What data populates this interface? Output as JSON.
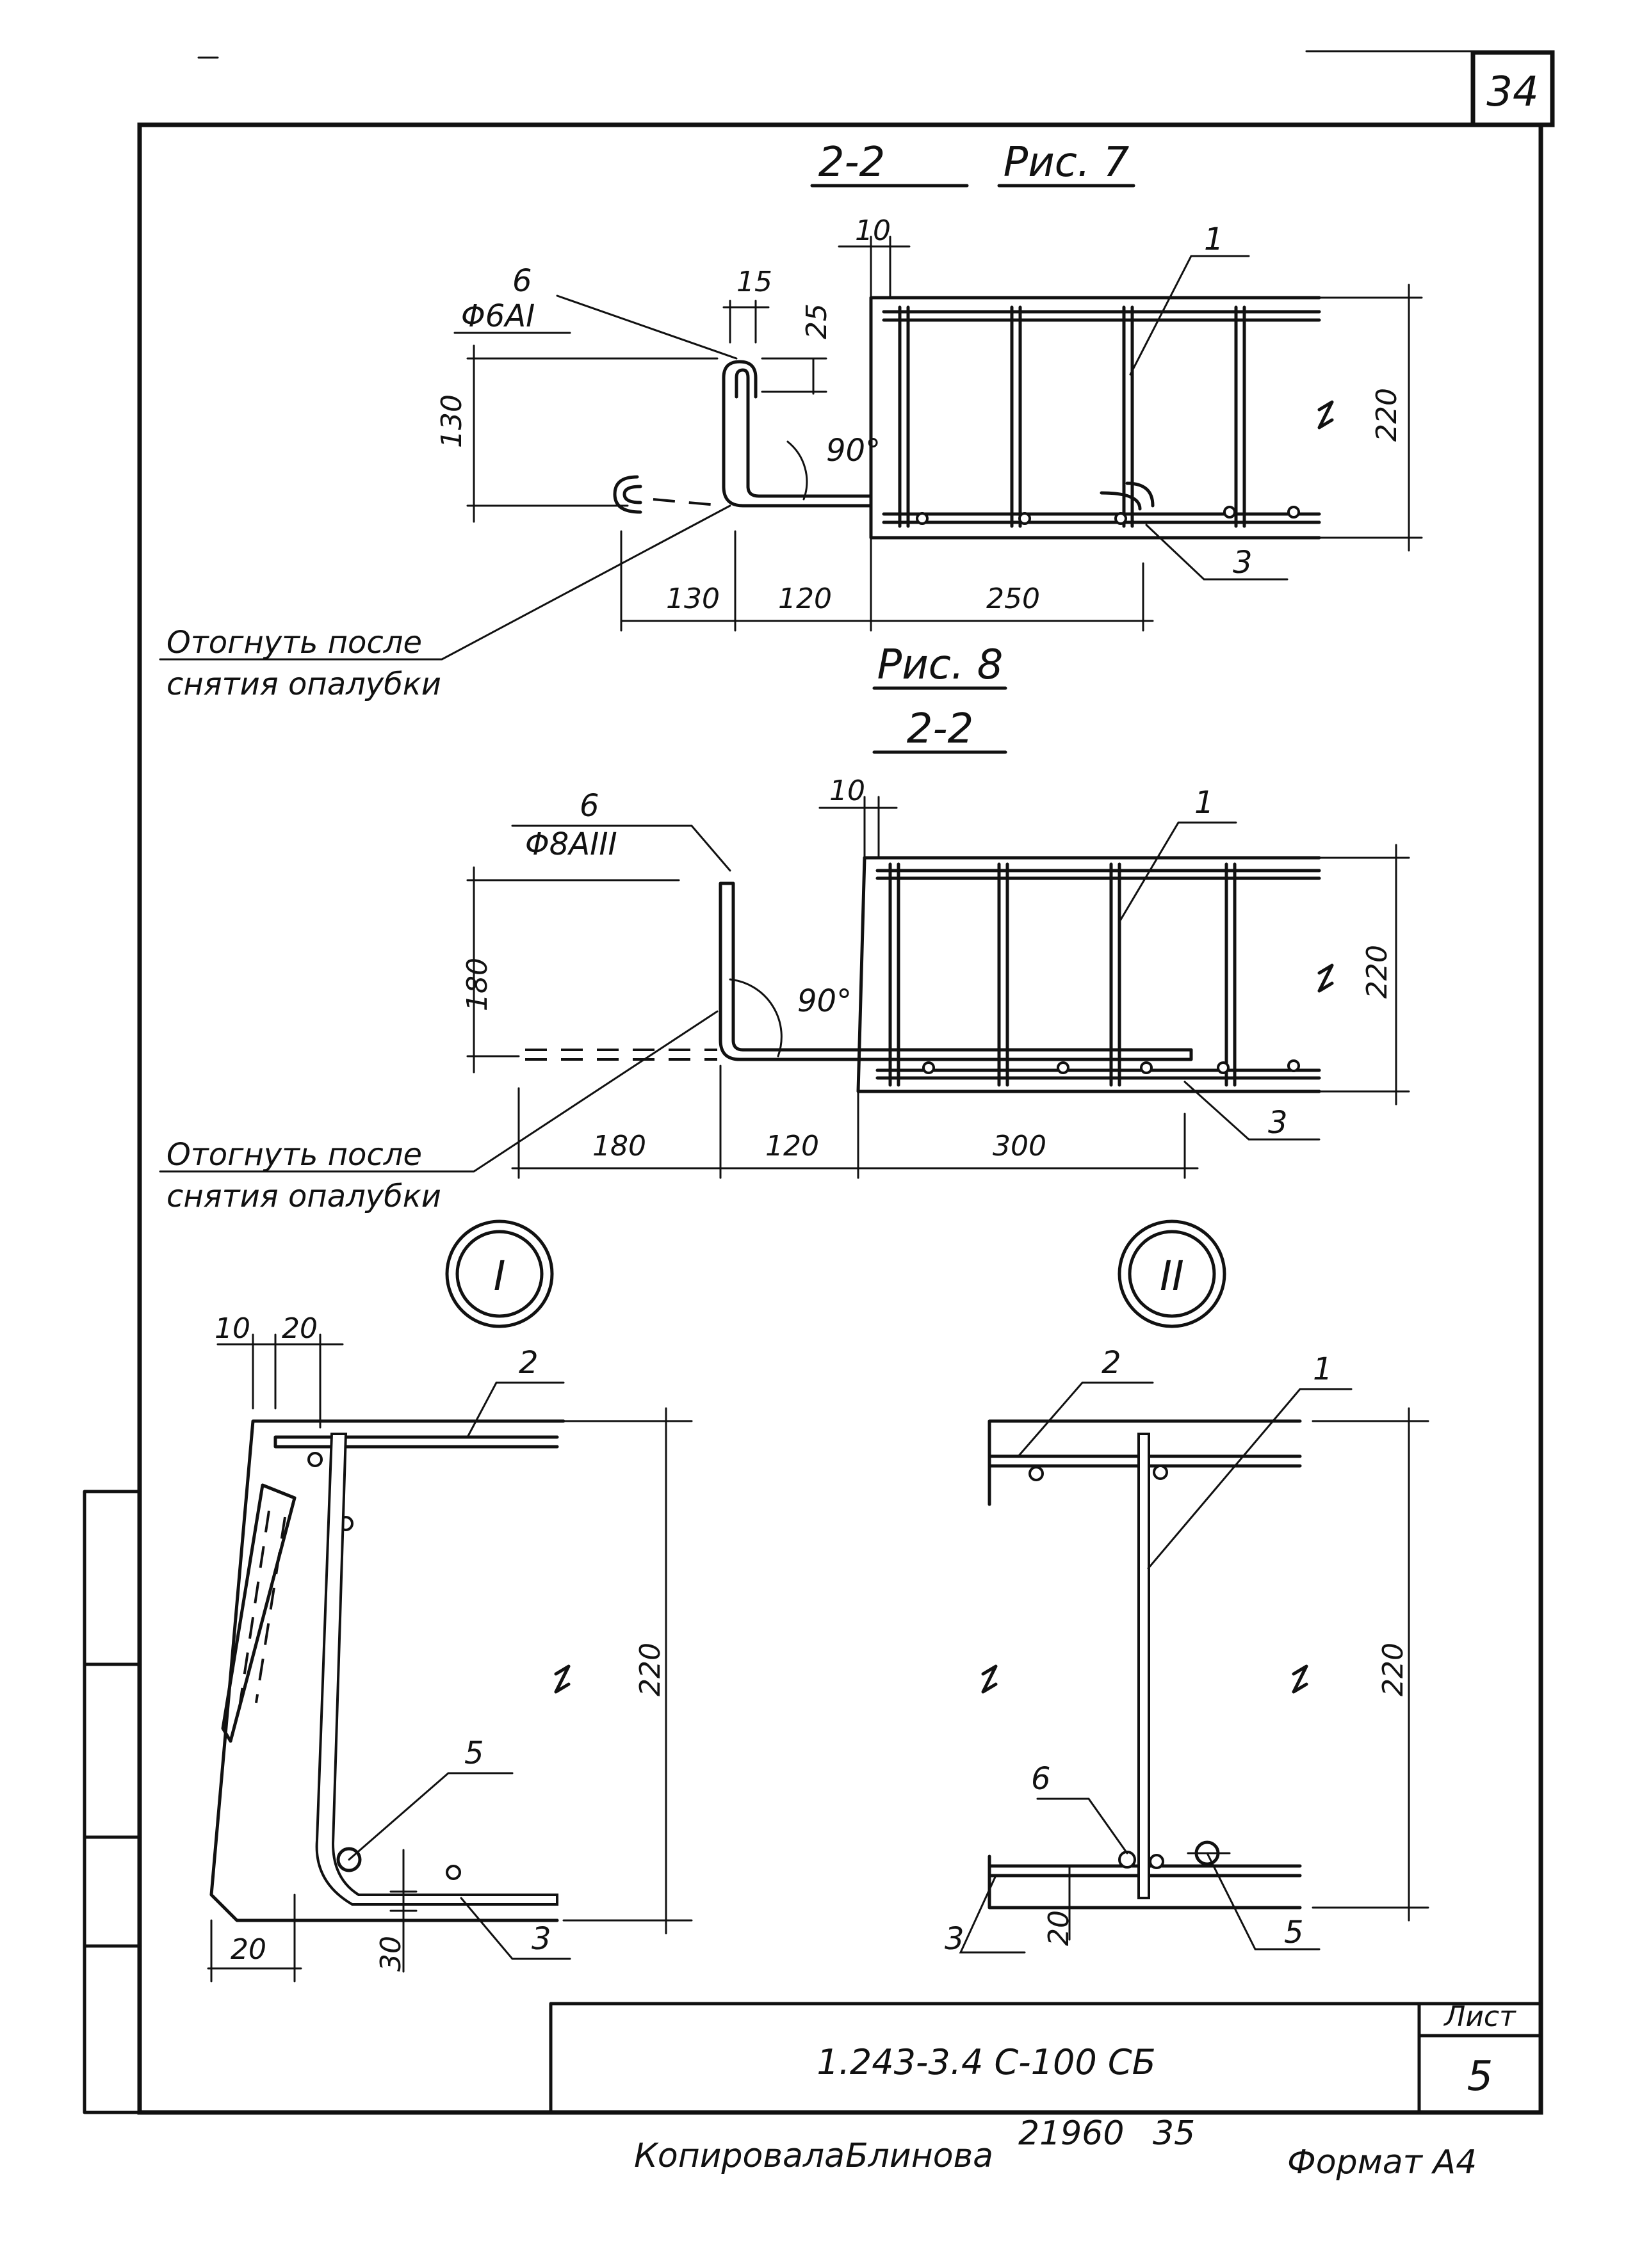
{
  "sheet_number": "34",
  "fig7": {
    "section": "2-2",
    "title": "Рис. 7",
    "rebar_pos": "6",
    "rebar_spec": "Φ6АI",
    "dims": {
      "hook_w": "15",
      "hook_h": "25",
      "height": "130",
      "d10": "10",
      "total_h": "220",
      "b1": "130",
      "b2": "120",
      "b3": "250"
    },
    "angle": "90°",
    "pos1": "1",
    "pos3": "3",
    "note_line1": "Отогнуть после",
    "note_line2": "снятия опалубки"
  },
  "fig8": {
    "title": "Рис. 8",
    "section": "2-2",
    "rebar_pos": "6",
    "rebar_spec": "Φ8АIII",
    "dims": {
      "height": "180",
      "d10": "10",
      "total_h": "220",
      "b1": "180",
      "b2": "120",
      "b3": "300"
    },
    "angle": "90°",
    "pos1": "1",
    "pos3": "3",
    "note_line1": "Отогнуть после",
    "note_line2": "снятия опалубки"
  },
  "detail1": {
    "mark": "I",
    "dims": {
      "d10": "10",
      "d20top": "20",
      "height": "220",
      "d20bot": "20",
      "d30": "30"
    },
    "pos2": "2",
    "pos5": "5",
    "pos3": "3"
  },
  "detail2": {
    "mark": "II",
    "dims": {
      "height": "220",
      "d20": "20"
    },
    "pos2": "2",
    "pos1": "1",
    "pos6": "6",
    "pos3": "3",
    "pos5": "5"
  },
  "title_block": {
    "code": "1.243-3.4 С-100 СБ",
    "sheet_label": "Лист",
    "sheet_value": "5"
  },
  "footer": {
    "copied": "Копировала",
    "name": "Блинова",
    "order": "21960",
    "num": "35",
    "format": "Формат А4"
  }
}
